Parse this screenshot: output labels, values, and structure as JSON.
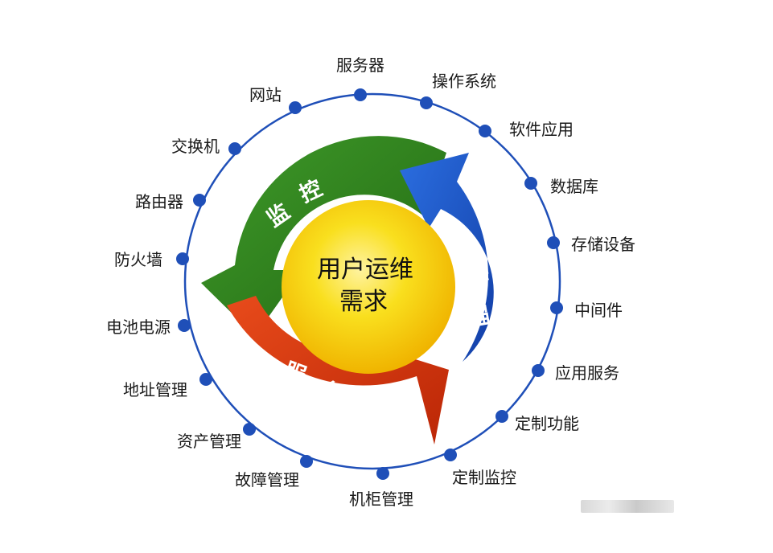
{
  "center": {
    "line1": "用户运维",
    "line2": "需求"
  },
  "arrows": {
    "monitor": {
      "chars": [
        "监",
        "控"
      ],
      "color": "#2f7d1e"
    },
    "manage": {
      "chars": [
        "管",
        "理"
      ],
      "color": "#1a53c8"
    },
    "service": {
      "chars": [
        "服",
        "务"
      ],
      "color": "#d93a0f"
    }
  },
  "ring": {
    "color": "#1f4fb8",
    "dot_color": "#1f4fb8"
  },
  "nodes": [
    "服务器",
    "操作系统",
    "软件应用",
    "数据库",
    "存储设备",
    "中间件",
    "应用服务",
    "定制功能",
    "定制监控",
    "机柜管理",
    "故障管理",
    "资产管理",
    "地址管理",
    "电池电源",
    "防火墙",
    "路由器",
    "交换机",
    "网站"
  ]
}
